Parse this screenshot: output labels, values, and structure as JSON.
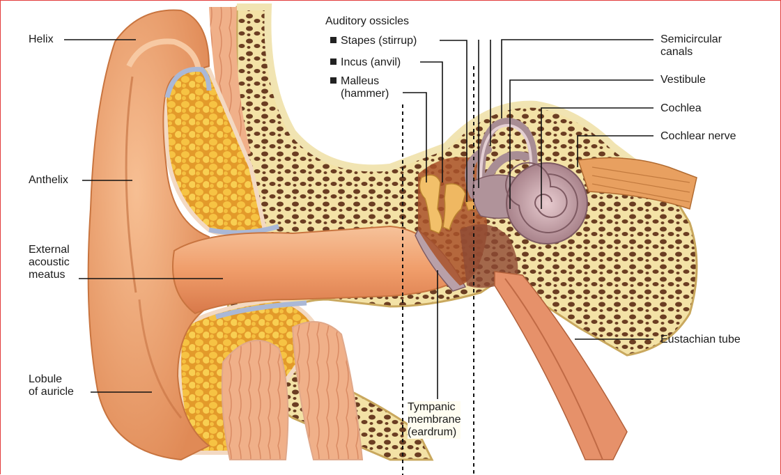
{
  "labels": {
    "helix": "Helix",
    "anthelix": "Anthelix",
    "external_meatus": "External\nacoustic\nmeatus",
    "lobule": "Lobule\nof auricle",
    "ossicles_heading": "Auditory ossicles",
    "stapes": "Stapes (stirrup)",
    "incus": "Incus (anvil)",
    "malleus": "Malleus\n(hammer)",
    "semicircular": "Semicircular\ncanals",
    "vestibule": "Vestibule",
    "cochlea": "Cochlea",
    "cochlear_nerve": "Cochlear nerve",
    "eustachian": "Eustachian tube",
    "tympanic": "Tympanic\nmembrane\n(eardrum)"
  },
  "colors": {
    "frame": "#e23b3b",
    "skin": "#f2a877",
    "skin_dark": "#d9804f",
    "fat": "#f6c343",
    "bone": "#f3e2a6",
    "bone_pore": "#6b3d22",
    "muscle": "#e8a07a",
    "cochlea": "#c9a3a8"
  }
}
